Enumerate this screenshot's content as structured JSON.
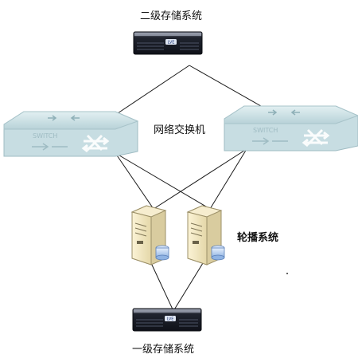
{
  "labels": {
    "top_storage": "二级存储系统",
    "switches": "网络交换机",
    "carousel": "轮播系统",
    "bottom_storage": "一级存储系统"
  },
  "device_text": {
    "switch_brand": "SWITCH",
    "storage_badge": "LVE"
  },
  "colors": {
    "line": "#1a1a1a",
    "switch_fill": "#cfe3e8",
    "switch_top": "#dbecef",
    "switch_shade": "#b7d1d7",
    "rack_dark": "#1b1f2b",
    "rack_light": "#6f7686",
    "server_beige": "#efe3b6",
    "server_side": "#cfc39a",
    "disk_blue": "#b9d2f2"
  }
}
